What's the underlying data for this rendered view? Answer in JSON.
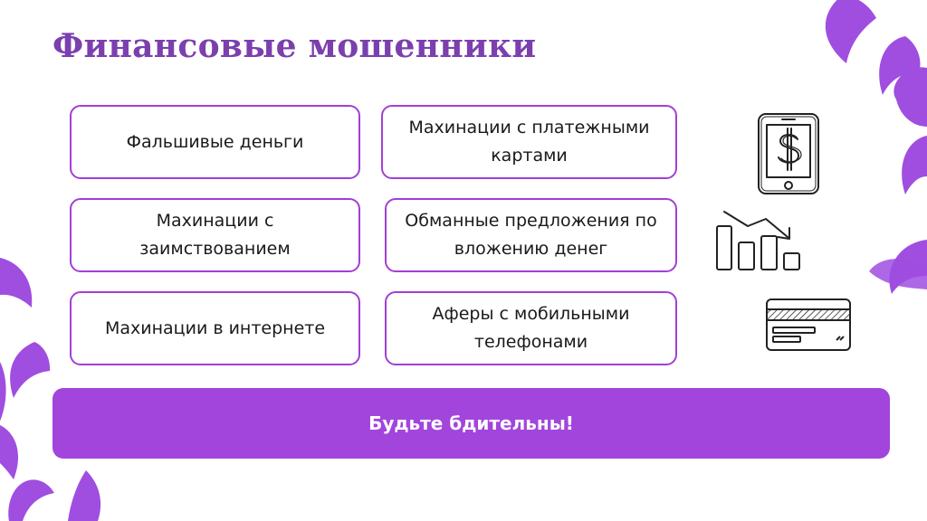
{
  "slide": {
    "title": "Финансовые мошенники",
    "cards": [
      {
        "label": "Фальшивые деньги"
      },
      {
        "label": "Махинации с платежными картами"
      },
      {
        "label": "Махинации с заимствованием"
      },
      {
        "label": "Обманные предложения по вложению денег"
      },
      {
        "label": "Махинации в интернете"
      },
      {
        "label": "Аферы с мобильными телефонами"
      }
    ],
    "banner": {
      "label": "Будьте бдительны!"
    },
    "icons": [
      "phone-dollar-icon",
      "declining-bar-chart-icon",
      "credit-card-icon"
    ],
    "colors": {
      "accent": "#a245dc",
      "title": "#7b3fae",
      "decoration": "#9f4ee0"
    }
  }
}
